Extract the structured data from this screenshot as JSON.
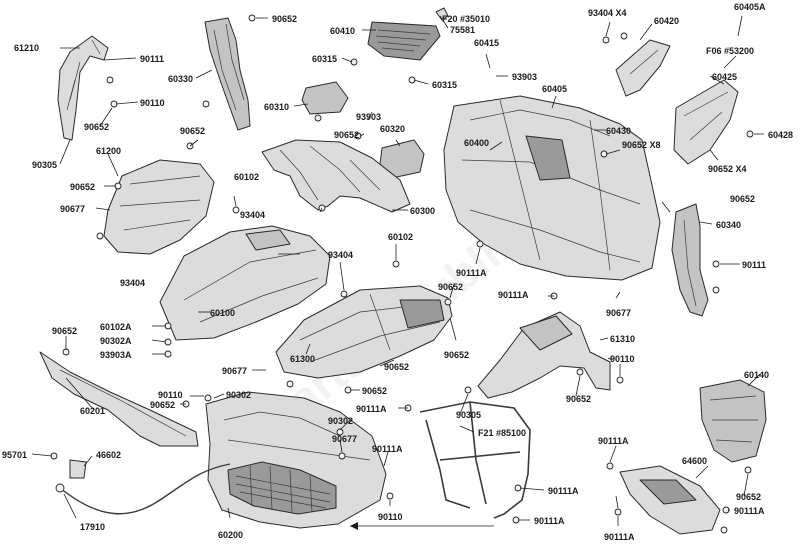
{
  "watermark": "PartsRepublik",
  "labels": {
    "l61210": "61210",
    "l90111_a": "90111",
    "l90110_a": "90110",
    "l90652_a": "90652",
    "l90305_a": "90305",
    "l60330": "60330",
    "l90652_b": "90652",
    "l60410": "60410",
    "l75581": "75581",
    "l_f20": "F20 #35010",
    "l60315_a": "60315",
    "l60315_b": "60315",
    "l60415": "60415",
    "l93903_a": "93903",
    "l93404_x4": "93404  X4",
    "l60420": "60420",
    "l60405a": "60405A",
    "l_f06": "F06 #53200",
    "l60425": "60425",
    "l60428": "60428",
    "l60310": "60310",
    "l93903_b": "93903",
    "l60405": "60405",
    "l90652_c": "90652",
    "l60320": "60320",
    "l60400": "60400",
    "l60430": "60430",
    "l90652_x8": "90652  X8",
    "l90652_x4": "90652  X4",
    "l90652_d": "90652",
    "l61200": "61200",
    "l90652_e": "90652",
    "l90677_a": "90677",
    "l60102_a": "60102",
    "l93404_a": "93404",
    "l60300": "60300",
    "l90652_f": "90652",
    "l60340": "60340",
    "l60102_b": "60102",
    "l93404_b": "93404",
    "l93404_c": "93404",
    "l90111a_a": "90111A",
    "l90111_b": "90111",
    "l60100": "60100",
    "l90652_g": "90652",
    "l90111a_b": "90111A",
    "l90677_b": "90677",
    "l90652_h": "90652",
    "l60102a": "60102A",
    "l90302a": "90302A",
    "l93903a": "93903A",
    "l61300": "61300",
    "l90652_i": "90652",
    "l61310": "61310",
    "l90677_c": "90677",
    "l90652_j": "90652",
    "l90110_b": "90110",
    "l90110_c": "90110",
    "l90302_a": "90302",
    "l90652_k": "90652",
    "l60140": "60140",
    "l90652_l": "90652",
    "l90305_b": "90305",
    "l90652_m": "90652",
    "l60201": "60201",
    "l90111a_c": "90111A",
    "l90302_b": "90302",
    "l90677_d": "90677",
    "l90111a_d": "90111A",
    "l_f21": "F21 #85100",
    "l90111a_e": "90111A",
    "l64600": "64600",
    "l95701": "95701",
    "l46602": "46602",
    "l90111a_f": "90111A",
    "l90652_n": "90652",
    "l17910": "17910",
    "l60200": "60200",
    "l90110_d": "90110",
    "l90111a_g": "90111A",
    "l90111a_h": "90111A",
    "l90111a_i": "90111A"
  }
}
